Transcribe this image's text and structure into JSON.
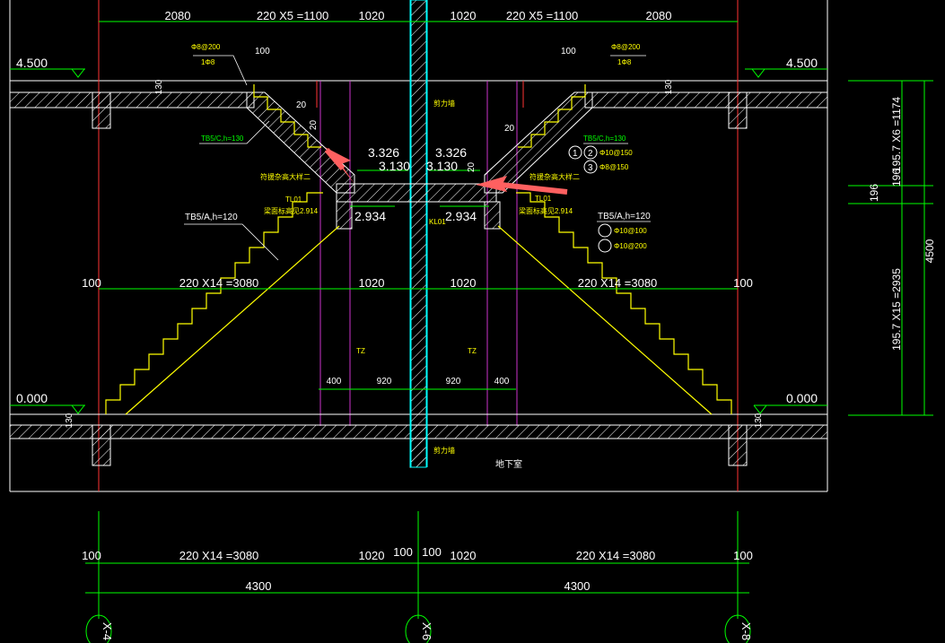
{
  "dimensions_top": {
    "left_outer": "2080",
    "left_steps": "220 X5 =1100",
    "left_landing": "1020",
    "right_landing": "1020",
    "right_steps": "220 X5 =1100",
    "right_outer": "2080"
  },
  "dimensions_mid": {
    "left_offset": "100",
    "left_steps": "220 X14 =3080",
    "left_landing": "1020",
    "right_landing": "1020",
    "right_steps": "220 X14 =3080",
    "right_offset": "100"
  },
  "dimensions_bottom": {
    "left_offset": "100",
    "left_steps": "220 X14 =3080",
    "left_landing": "1020",
    "wall_left": "100",
    "wall_right": "100",
    "right_landing": "1020",
    "right_steps": "220 X14 =3080",
    "right_offset": "100",
    "left_total": "4300",
    "right_total": "4300"
  },
  "dimensions_tz": {
    "a": "400",
    "b": "920",
    "c": "920",
    "d": "400"
  },
  "vertical_dims": {
    "upper": "195.7 X6 =1174",
    "mid": "196",
    "lower": "195.7 X15 =2935",
    "total": "4500",
    "small_left": "196"
  },
  "levels": {
    "top_left": "4.500",
    "top_right": "4.500",
    "bottom_left": "0.000",
    "bottom_right": "0.000",
    "landing_left_a": "3.326",
    "landing_left_b": "3.130",
    "landing_right_a": "3.326",
    "landing_right_b": "3.130",
    "beam_left": "2.934",
    "beam_right": "2.934"
  },
  "slab_thickness": {
    "top_left": "130",
    "top_right": "130",
    "bottom_left": "130",
    "bottom_right": "130",
    "step_tag_left": "20",
    "step_tag_right": "20",
    "step_tag_left2": "20",
    "step_tag_right2": "20"
  },
  "annotations": {
    "tb_c_left": "TB5/C,h=130",
    "tb_c_right": "TB5/C,h=130",
    "tb_a_left": "TB5/A,h=120",
    "tb_a_right": "TB5/A,h=120",
    "rebar_top_left_a": "Φ8@200",
    "rebar_top_left_b": "1Φ8",
    "rebar_top_left_c": "100",
    "rebar_top_right_a": "Φ8@200",
    "rebar_top_right_b": "1Φ8",
    "rebar_top_right_c": "100",
    "rebar_r12": "Φ10@150",
    "rebar_r3": "Φ8@150",
    "rebar_a12": "Φ10@100",
    "rebar_a3": "Φ10@200",
    "tl_left": "TL01",
    "tl_right": "TL01",
    "kl": "KL01",
    "note_left_1": "符援杂高大样二",
    "note_left_2": "梁面标高见2.914",
    "note_right_1": "符援杂高大样二",
    "note_right_2": "梁面标高见2.914",
    "shear_wall_top": "剪力墙",
    "shear_wall_bottom": "剪力墙",
    "tz_left": "TZ",
    "tz_right": "TZ",
    "basement": "地下室",
    "n1": "1",
    "n2": "2",
    "n3": "3"
  },
  "axes": {
    "left": "X-4",
    "center": "X-6",
    "right": "X-8"
  },
  "colors": {
    "background": "#000000",
    "dim_line": "#00ff00",
    "column_line": "#ff3333",
    "wall": "#00ffff",
    "grid_magenta": "#cc33cc",
    "step": "#ffff00",
    "arrow": "#ff6060"
  }
}
